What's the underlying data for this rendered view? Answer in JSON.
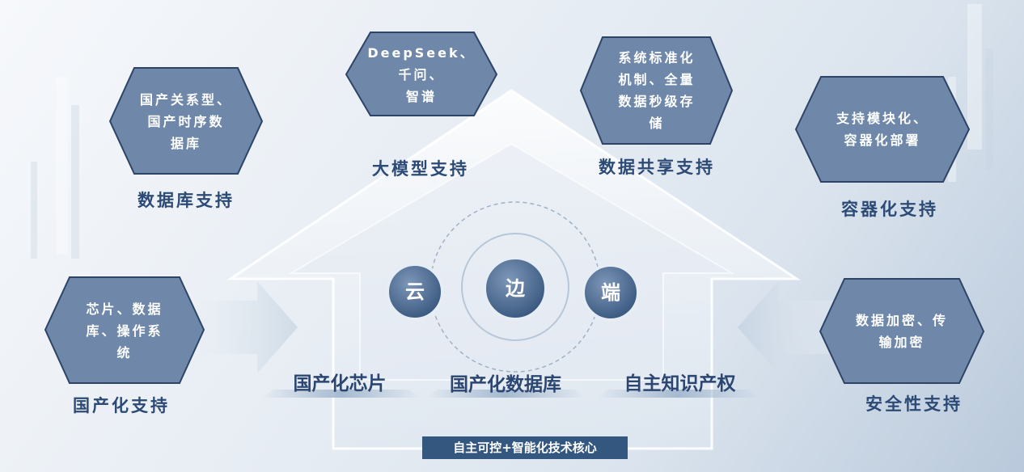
{
  "hexagons": [
    {
      "id": "database",
      "text": "国产关系型、\n国产时序数\n据库",
      "label": "数据库支持"
    },
    {
      "id": "llm",
      "text": "DeepSeek、\n千问、\n智谱",
      "label": "大模型支持"
    },
    {
      "id": "sharing",
      "text": "系统标准化\n机制、全量\n数据秒级存\n储",
      "label": "数据共享支持"
    },
    {
      "id": "container",
      "text": "支持模块化、\n容器化部署",
      "label": "容器化支持"
    },
    {
      "id": "localization",
      "text": "芯片、数据\n库、操作系\n统",
      "label": "国产化支持"
    },
    {
      "id": "security",
      "text": "数据加密、传\n输加密",
      "label": "安全性支持"
    }
  ],
  "circles": {
    "cloud": "云",
    "edge": "边",
    "end": "端"
  },
  "core_labels": {
    "chip": "国产化芯片",
    "database": "国产化数据库",
    "ip": "自主知识产权"
  },
  "banner": "自主可控+智能化技术核心",
  "colors": {
    "hex_fill": "#6f88aa",
    "hex_stroke": "#2d4467",
    "label": "#2c4a76",
    "circle": "#3f5f86",
    "banner": "#34577f"
  }
}
